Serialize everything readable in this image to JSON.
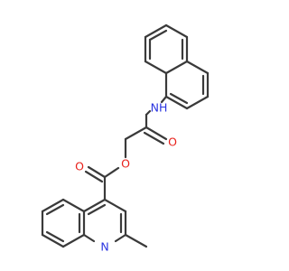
{
  "atoms": {
    "amide_nh": "NH",
    "amide_o": "O",
    "ester_o_single": "O",
    "ester_o_double": "O",
    "quinoline_n": "N"
  },
  "colors": {
    "bond": "#3a3a3a",
    "nitrogen": "#2b35e0",
    "oxygen": "#e8201a"
  }
}
